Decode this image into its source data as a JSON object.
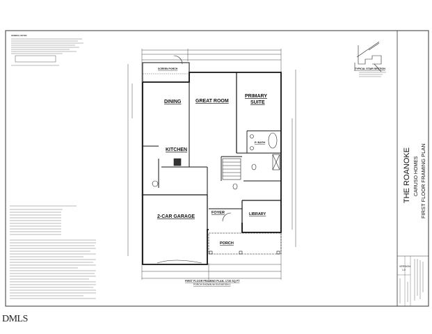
{
  "sheet": {
    "general_notes_heading": "GENERAL NOTES:",
    "rooms": {
      "screen_porch": "SCREEN PORCH",
      "dining": "DINING",
      "great_room": "GREAT ROOM",
      "primary_suite_1": "PRIMARY",
      "primary_suite_2": "SUITE",
      "kitchen": "KITCHEN",
      "p_bath": "P. BATH",
      "garage": "2-CAR GARAGE",
      "foyer": "FOYER",
      "library": "LIBRARY",
      "porch": "PORCH"
    },
    "stair_section_label": "TYPICAL STAIR SECTION",
    "plan_caption_line1": "FIRST FLOOR FRAMING PLAN- 1726 SQ FT",
    "plan_caption_line2": "PORCH SHOWN W/ ELEVATION 1",
    "title_block": {
      "project": "THE ROANOKE",
      "builder": "CARUSO HOMES",
      "sheet_title": "FIRST FLOOR FRAMING PLAN",
      "version_label": "VERSION",
      "version": "1.0"
    }
  },
  "watermark": "DMLS",
  "colors": {
    "line": "#111111",
    "background": "#ffffff"
  }
}
